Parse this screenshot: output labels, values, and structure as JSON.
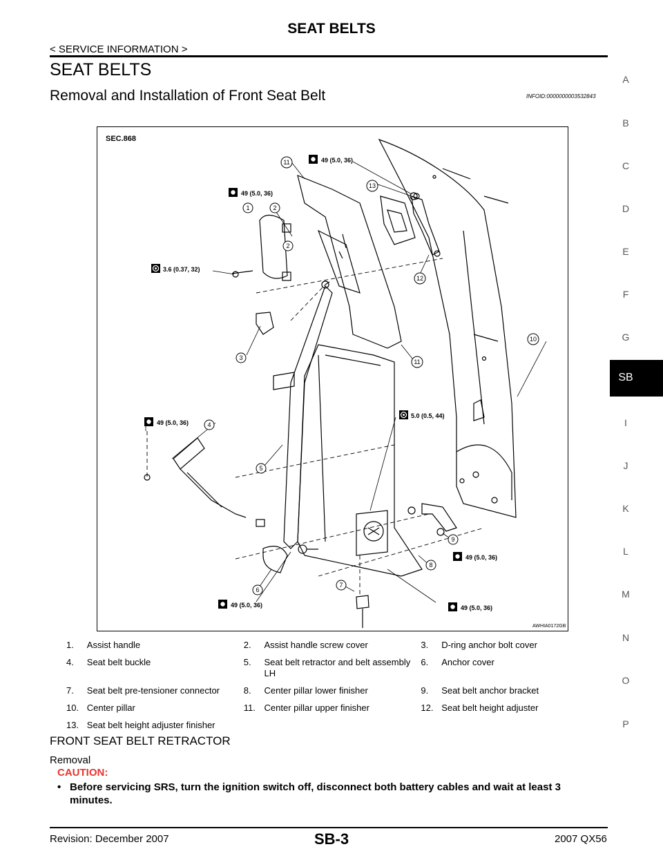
{
  "header": {
    "title": "SEAT BELTS",
    "section": "< SERVICE INFORMATION >",
    "heading": "SEAT BELTS",
    "subheading": "Removal and Installation of Front Seat Belt",
    "info_id": "INFOID:0000000003532843"
  },
  "side_index": {
    "letters": [
      "A",
      "B",
      "C",
      "D",
      "E",
      "F",
      "G",
      "I",
      "J",
      "K",
      "L",
      "M",
      "N",
      "O",
      "P"
    ],
    "active": "SB"
  },
  "diagram": {
    "sec": "SEC.868",
    "code": "AWHIA0172GB",
    "torque_49": "49 (5.0, 36)",
    "torque_36": "3.6 (0.37, 32)",
    "torque_50": "5.0 (0.5, 44)",
    "callouts": [
      "1",
      "2",
      "3",
      "4",
      "5",
      "6",
      "7",
      "8",
      "9",
      "10",
      "11",
      "12",
      "13"
    ]
  },
  "legend": [
    [
      {
        "n": "1.",
        "t": "Assist handle"
      },
      {
        "n": "2.",
        "t": "Assist handle screw cover"
      },
      {
        "n": "3.",
        "t": " D-ring anchor bolt cover"
      }
    ],
    [
      {
        "n": "4.",
        "t": "Seat belt buckle"
      },
      {
        "n": "5.",
        "t": "Seat belt retractor and belt assembly LH"
      },
      {
        "n": "6.",
        "t": "Anchor cover"
      }
    ],
    [
      {
        "n": "7.",
        "t": "Seat belt pre-tensioner connector"
      },
      {
        "n": "8.",
        "t": "Center pillar lower finisher"
      },
      {
        "n": "9.",
        "t": "Seat belt anchor bracket"
      }
    ],
    [
      {
        "n": "10.",
        "t": "Center pillar"
      },
      {
        "n": "11.",
        "t": "Center pillar upper finisher"
      },
      {
        "n": "12.",
        "t": "Seat belt height adjuster"
      }
    ],
    [
      {
        "n": "13.",
        "t": "Seat belt height adjuster finisher"
      },
      {
        "n": "",
        "t": ""
      },
      {
        "n": "",
        "t": ""
      }
    ]
  ],
  "body": {
    "subsection": "FRONT SEAT BELT RETRACTOR",
    "removal": "Removal",
    "caution": "CAUTION:",
    "bullet_mark": "•",
    "bullet": "Before servicing SRS, turn the ignition switch off, disconnect both battery cables and wait at least 3 minutes."
  },
  "footer": {
    "revision": "Revision: December 2007",
    "page": "SB-3",
    "model": "2007 QX56"
  }
}
